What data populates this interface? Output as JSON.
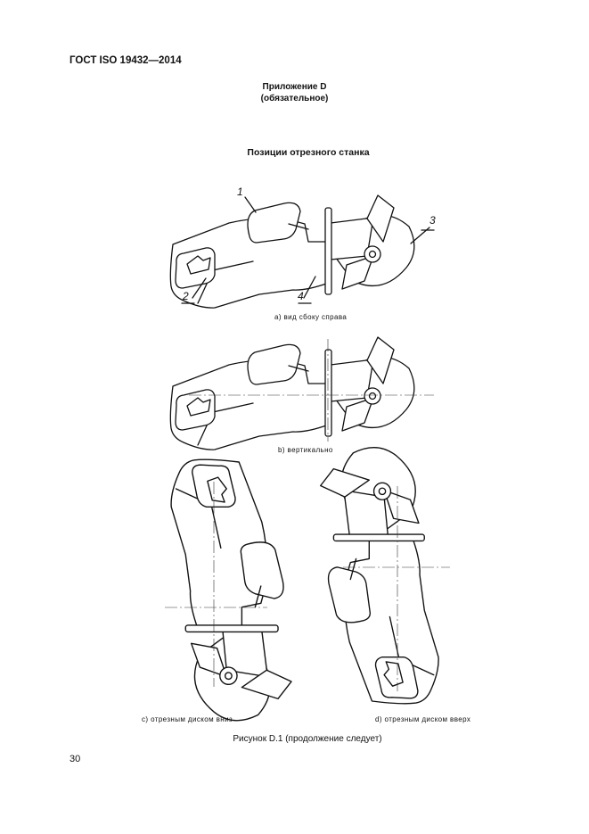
{
  "header": {
    "standard": "ГОСТ ISO 19432—2014"
  },
  "annex": {
    "title": "Приложение D",
    "subtitle": "(обязательное)"
  },
  "section_title": "Позиции отрезного станка",
  "callouts": [
    "1",
    "2",
    "3",
    "4"
  ],
  "subfigures": [
    {
      "caption": "а) вид сбоку справа"
    },
    {
      "caption": "b) вертикально"
    },
    {
      "caption": "с) отрезным диском вниз"
    },
    {
      "caption": "d) отрезным диском вверх"
    }
  ],
  "figure_caption": "Рисунок D.1 (продолжение следует)",
  "page_number": "30"
}
